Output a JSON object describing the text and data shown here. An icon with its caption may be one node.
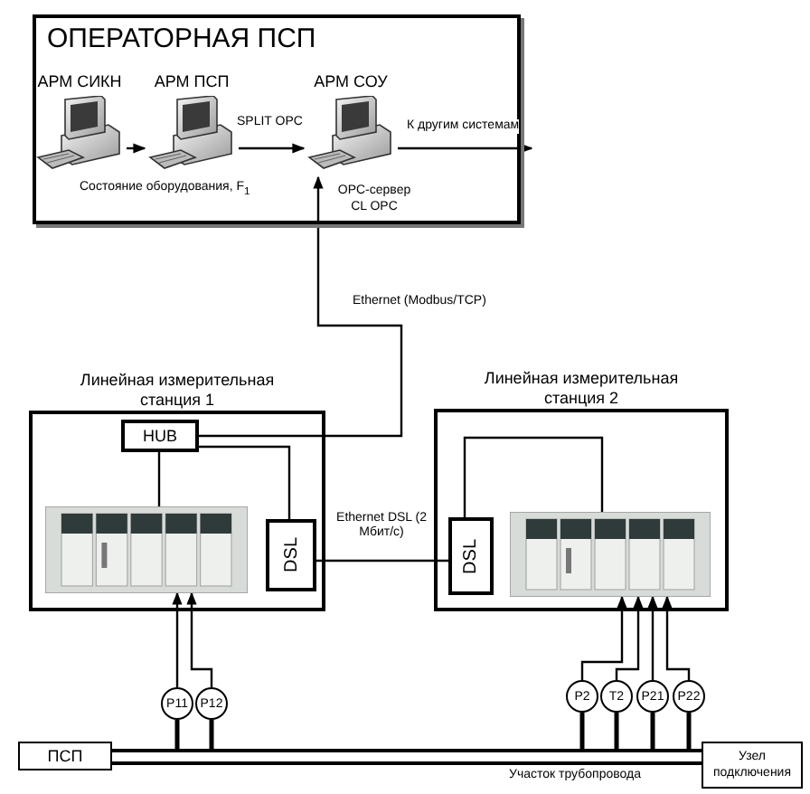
{
  "diagram": {
    "nodes": [
      {
        "text": [
          "ОПЕРАТОРНАЯ  ПСП"
        ]
      },
      {
        "text": [
          "АРМ СИКН"
        ],
        "in": 0
      },
      {
        "text": [
          "АРМ ПСП"
        ],
        "in": 0
      },
      {
        "text": [
          "АРМ СОУ"
        ],
        "in": 0,
        "beside": [
          "OPC-сервер CL OPC"
        ]
      },
      {
        "text": [
          "Линейная измерительная станция 1"
        ]
      },
      {
        "text": [
          "HUB"
        ],
        "in": 4
      },
      {
        "text": [],
        "shape": "picture",
        "in": 4
      },
      {
        "text": [
          "DSL"
        ],
        "in": 4
      },
      {
        "text": [
          "Линейная измерительная станция 2"
        ]
      },
      {
        "text": [
          "DSL"
        ],
        "in": 8
      },
      {
        "text": [],
        "shape": "picture",
        "in": 8
      },
      {
        "text": [
          "P11"
        ]
      },
      {
        "text": [
          "P12"
        ]
      },
      {
        "text": [
          "P2"
        ]
      },
      {
        "text": [
          "T2"
        ]
      },
      {
        "text": [
          "P21"
        ]
      },
      {
        "text": [
          "P22"
        ]
      },
      {
        "text": [
          "ПСП"
        ]
      },
      {
        "text": [
          "Узел подключения"
        ]
      },
      {
        "text": [],
        "shape": "bar",
        "beside": [
          "Участок трубопровода"
        ]
      }
    ],
    "edges": [
      {
        "from": 1,
        "to": 2,
        "arrow": "to"
      },
      {
        "from": 2,
        "to": 3,
        "arrow": "to",
        "label": "SPLIT OPC"
      },
      {
        "from": 3,
        "to": null,
        "arrow": "to",
        "label": "К другим системам"
      },
      {
        "from": 5,
        "to": 3,
        "arrow": "to",
        "label": "Ethernet (Modbus/TCP)"
      },
      {
        "from": 5,
        "to": 6,
        "arrow": "none"
      },
      {
        "from": 5,
        "to": 7,
        "arrow": "none"
      },
      {
        "from": 7,
        "to": 9,
        "arrow": "none",
        "label": "Ethernet DSL (2 Мбит/с)"
      },
      {
        "from": 9,
        "to": 10,
        "arrow": "none"
      },
      {
        "from": 11,
        "to": 6,
        "arrow": "to"
      },
      {
        "from": 12,
        "to": 6,
        "arrow": "to"
      },
      {
        "from": 13,
        "to": 10,
        "arrow": "to"
      },
      {
        "from": 14,
        "to": 10,
        "arrow": "to"
      },
      {
        "from": 15,
        "to": 10,
        "arrow": "to"
      },
      {
        "from": 16,
        "to": 10,
        "arrow": "to"
      },
      {
        "from": 11,
        "to": 19,
        "arrow": "none"
      },
      {
        "from": 12,
        "to": 19,
        "arrow": "none"
      },
      {
        "from": 13,
        "to": 19,
        "arrow": "none"
      },
      {
        "from": 14,
        "to": 19,
        "arrow": "none"
      },
      {
        "from": 15,
        "to": 19,
        "arrow": "none"
      },
      {
        "from": 16,
        "to": 19,
        "arrow": "none"
      }
    ],
    "labels": [
      "Состояние оборудования, F$_{1}$"
    ]
  }
}
